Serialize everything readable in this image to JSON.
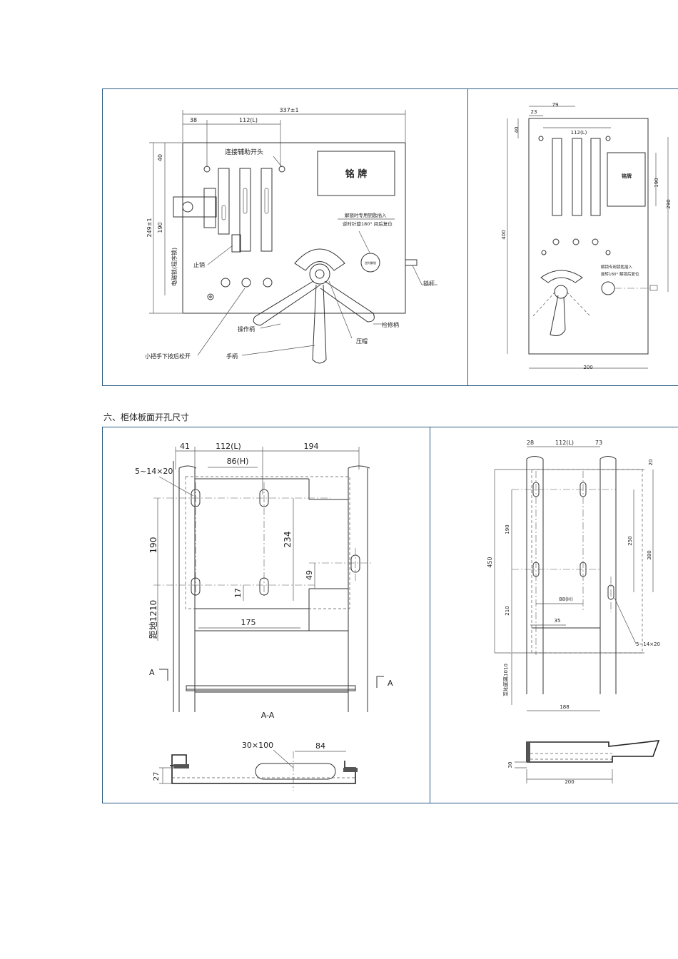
{
  "top_left_drawing": {
    "dims": {
      "total_width": "337±1",
      "left_offset": "38",
      "slot_spacing": "112(L)",
      "top_offset": "40",
      "height": "249±1",
      "inner_height": "190"
    },
    "labels": {
      "aux_switch": "连接辅助开头",
      "nameplate": "铭 牌",
      "electromagnetic_lock": "电磁锁(程序锁)",
      "stop_pin": "止销",
      "lock_rod": "锁杆",
      "unlock_note_1": "解锁时专用钥匙插入",
      "unlock_note_2": "逆时针旋180° 间后复位",
      "knob_label": "逆时解锁",
      "operating_handle": "操作柄",
      "maintenance_handle": "检修柄",
      "press_cap": "压帽",
      "small_handle_release": "小把手下按后松开",
      "handle": "手柄"
    }
  },
  "top_right_drawing": {
    "dims": {
      "width_top": "79",
      "left_offset": "23",
      "top_offset": "40",
      "slot_spacing": "112(L)",
      "height": "400",
      "nameplate_height": "190",
      "right_height": "290",
      "bottom_width": "200"
    },
    "labels": {
      "nameplate": "铭牌",
      "note_1": "解锁专用钥匙插入",
      "note_2": "旋转180° 解锁后复位"
    }
  },
  "section_heading": "六、柜体板面开孔尺寸",
  "bottom_left_drawing": {
    "dims": {
      "d41": "41",
      "d112": "112(L)",
      "d194": "194",
      "hole_spec": "5~14×20",
      "d86": "86(H)",
      "d190": "190",
      "d234": "234",
      "d49": "49",
      "d17": "17",
      "d175": "175",
      "floor_distance": "距地1210",
      "slot_spec": "30×100",
      "d84": "84",
      "d27": "27"
    },
    "labels": {
      "section_a_left": "A",
      "section_a_right": "A",
      "section_caption": "A-A"
    }
  },
  "bottom_right_drawing": {
    "dims": {
      "d28": "28",
      "d112": "112(L)",
      "d73": "73",
      "d20": "20",
      "d190": "190",
      "d250": "250",
      "d380": "380",
      "d450": "450",
      "d210": "210",
      "d88": "88(H)",
      "d35": "35",
      "hole_spec": "5~14×20",
      "floor_distance": "至地面离1010",
      "d188": "188",
      "d30": "30",
      "d200": "200"
    }
  }
}
